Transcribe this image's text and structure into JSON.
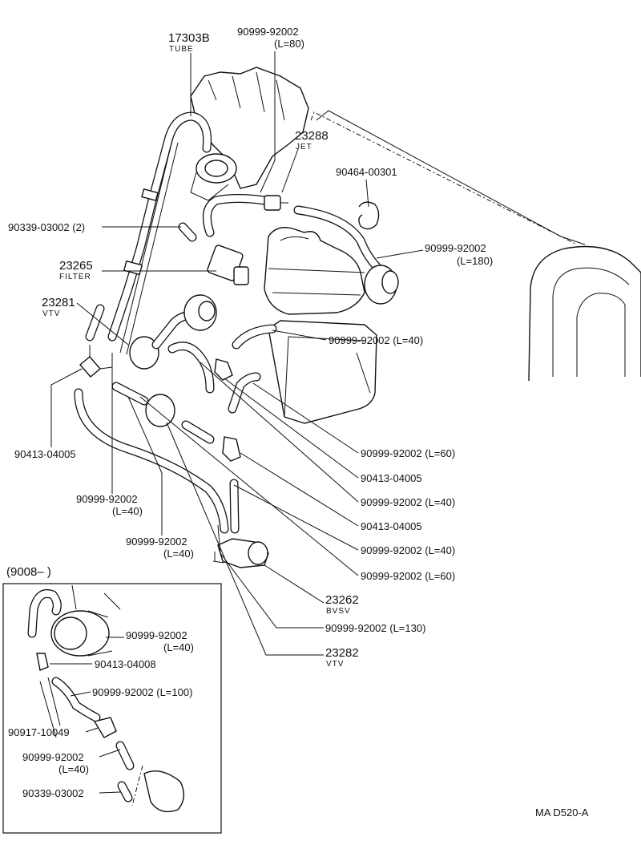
{
  "diagram": {
    "labels": {
      "tube_pn": "17303B",
      "tube_name": "TUBE",
      "hose_l80_pn": "90999-92002",
      "hose_l80_len": "(L=80)",
      "jet_pn": "23288",
      "jet_name": "JET",
      "clamp_pn": "90464-00301",
      "plug_pn": "90339-03002 (2)",
      "hose_l180_pn": "90999-92002",
      "hose_l180_len": "(L=180)",
      "filter_pn": "23265",
      "filter_name": "FILTER",
      "vtv1_pn": "23281",
      "vtv1_name": "VTV",
      "hose_l40a": "90999-92002 (L=40)",
      "hose_l60a": "90999-92002 (L=60)",
      "joint_a": "90413-04005",
      "hose_l40b": "90999-92002 (L=40)",
      "joint_b": "90413-04005",
      "hose_l40c": "90999-92002 (L=40)",
      "hose_l60b": "90999-92002 (L=60)",
      "bvsv_pn": "23262",
      "bvsv_name": "BVSV",
      "hose_l130": "90999-92002 (L=130)",
      "vtv2_pn": "23282",
      "vtv2_name": "VTV",
      "joint_left": "90413-04005",
      "hose_left1_pn": "90999-92002",
      "hose_left1_len": "(L=40)",
      "hose_left2_pn": "90999-92002",
      "hose_left2_len": "(L=40)",
      "inset_title": "(9008–        )",
      "inset_hose_l40_pn": "90999-92002",
      "inset_hose_l40_len": "(L=40)",
      "inset_joint": "90413-04008",
      "inset_hose_l100": "90999-92002 (L=100)",
      "inset_valve": "90917-10049",
      "inset_hose2_pn": "90999-92002",
      "inset_hose2_len": "(L=40)",
      "inset_plug": "90339-03002",
      "figure_code": "MA  D520-A"
    }
  }
}
